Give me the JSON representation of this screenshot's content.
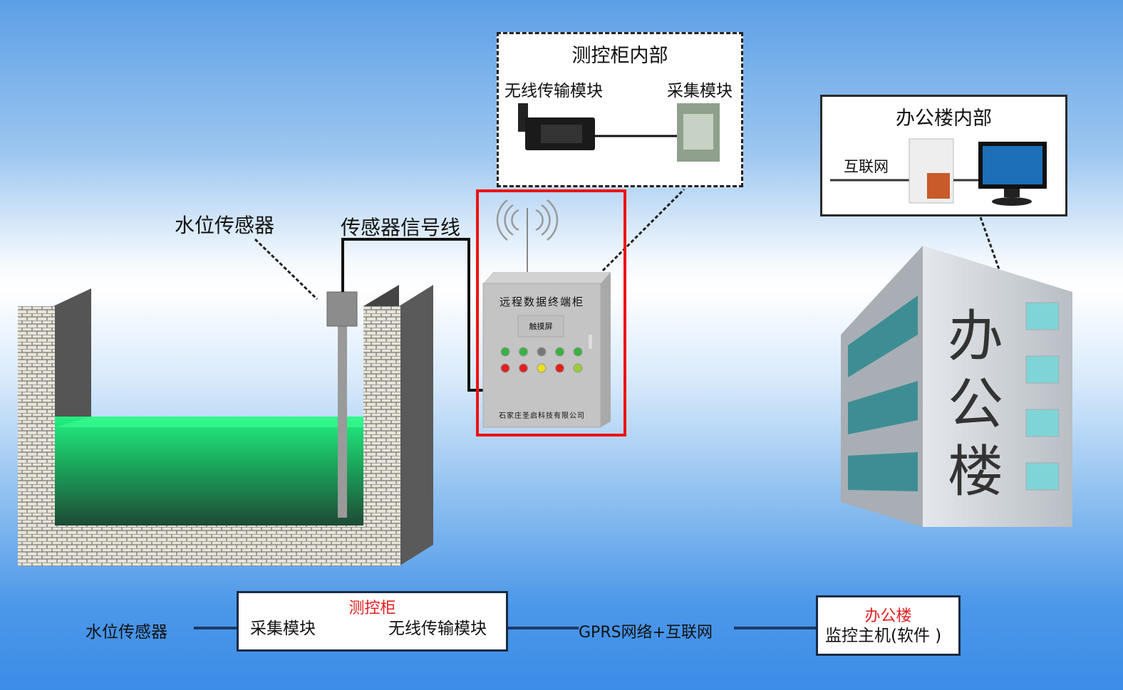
{
  "cabinet_interior": {
    "title": "测控柜内部",
    "wireless_label": "无线传输模块",
    "acquisition_label": "采集模块"
  },
  "office_interior": {
    "title": "办公楼内部",
    "internet_label": "互联网"
  },
  "labels": {
    "water_sensor": "水位传感器",
    "signal_line": "传感器信号线"
  },
  "cabinet": {
    "title": "远程数据终端柜",
    "screen": "触摸屏",
    "company": "石家庄圣启科技有限公司",
    "lights_top": [
      "#3cb043",
      "#3cb043",
      "#777777",
      "#3cb043",
      "#3cb043"
    ],
    "lights_bottom": [
      "#e02020",
      "#e02020",
      "#e8e020",
      "#e02020",
      "#9acd32"
    ]
  },
  "building": {
    "sign": [
      "办",
      "公",
      "楼"
    ]
  },
  "flow": {
    "sensor": "水位传感器",
    "cabinet_title": "测控柜",
    "acquisition": "采集模块",
    "wireless": "无线传输模块",
    "network": "GPRS网络+互联网",
    "office_title": "办公楼",
    "host": "监控主机(软件 )"
  },
  "colors": {
    "highlight": "#ee1111",
    "water": "#1fe07a",
    "accent_red": "#e02020"
  }
}
